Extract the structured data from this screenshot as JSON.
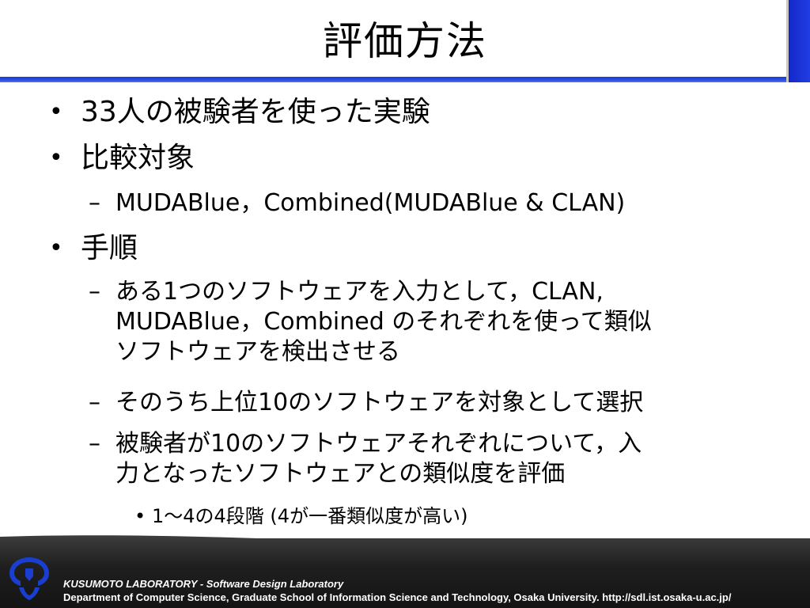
{
  "slide": {
    "title": "評価方法",
    "bullets": {
      "b1": "33人の被験者を使った実験",
      "b2": "比較対象",
      "b2_sub1": "MUDABlue，Combined(MUDABlue & CLAN)",
      "b3": "手順",
      "b3_sub1_line1": "ある1つのソフトウェアを入力として，CLAN,",
      "b3_sub1_line2": "MUDABlue，Combined のそれぞれを使って類似",
      "b3_sub1_line3": "ソフトウェアを検出させる",
      "b3_sub2": "そのうち上位10のソフトウェアを対象として選択",
      "b3_sub3_line1": "被験者が10のソフトウェアそれぞれについて，入",
      "b3_sub3_line2": "力となったソフトウェアとの類似度を評価",
      "b3_sub3_sub1": "1～4の4段階 (4が一番類似度が高い)"
    },
    "markers": {
      "bullet": "•",
      "dash": "–"
    }
  },
  "footer": {
    "lab": "KUSUMOTO LABORATORY - Software Design Laboratory",
    "dept": "Department of Computer Science, Graduate School of Information Science and Technology, Osaka University.  http://sdl.ist.osaka-u.ac.jp/"
  },
  "colors": {
    "accent_blue": "#1e3bd6",
    "footer_dark": "#1f1f1f",
    "logo_blue": "#1a3fd0"
  }
}
